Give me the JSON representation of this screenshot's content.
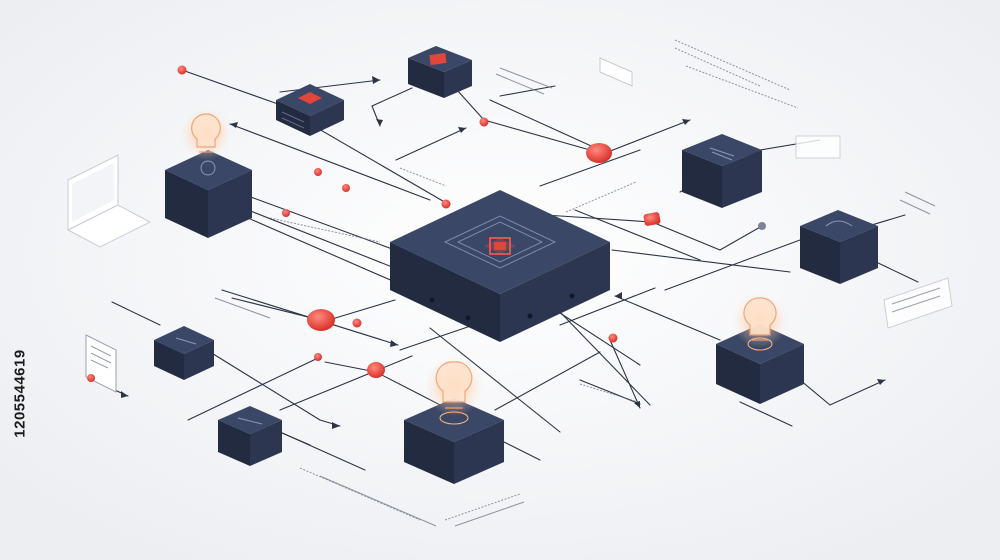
{
  "stock_id": "1205544619",
  "colors": {
    "background": "#f3f4f7",
    "cube_top": "#3b4766",
    "cube_left": "#222b40",
    "cube_right": "#2c3650",
    "line": "#2d3446",
    "node_red": "#e2453c",
    "bulb_glow": "#f6b27a"
  },
  "icons": [
    "network-diagram",
    "cube",
    "lightbulb-icon",
    "chip-icon",
    "laptop-icon",
    "document-icon",
    "connector-node"
  ]
}
